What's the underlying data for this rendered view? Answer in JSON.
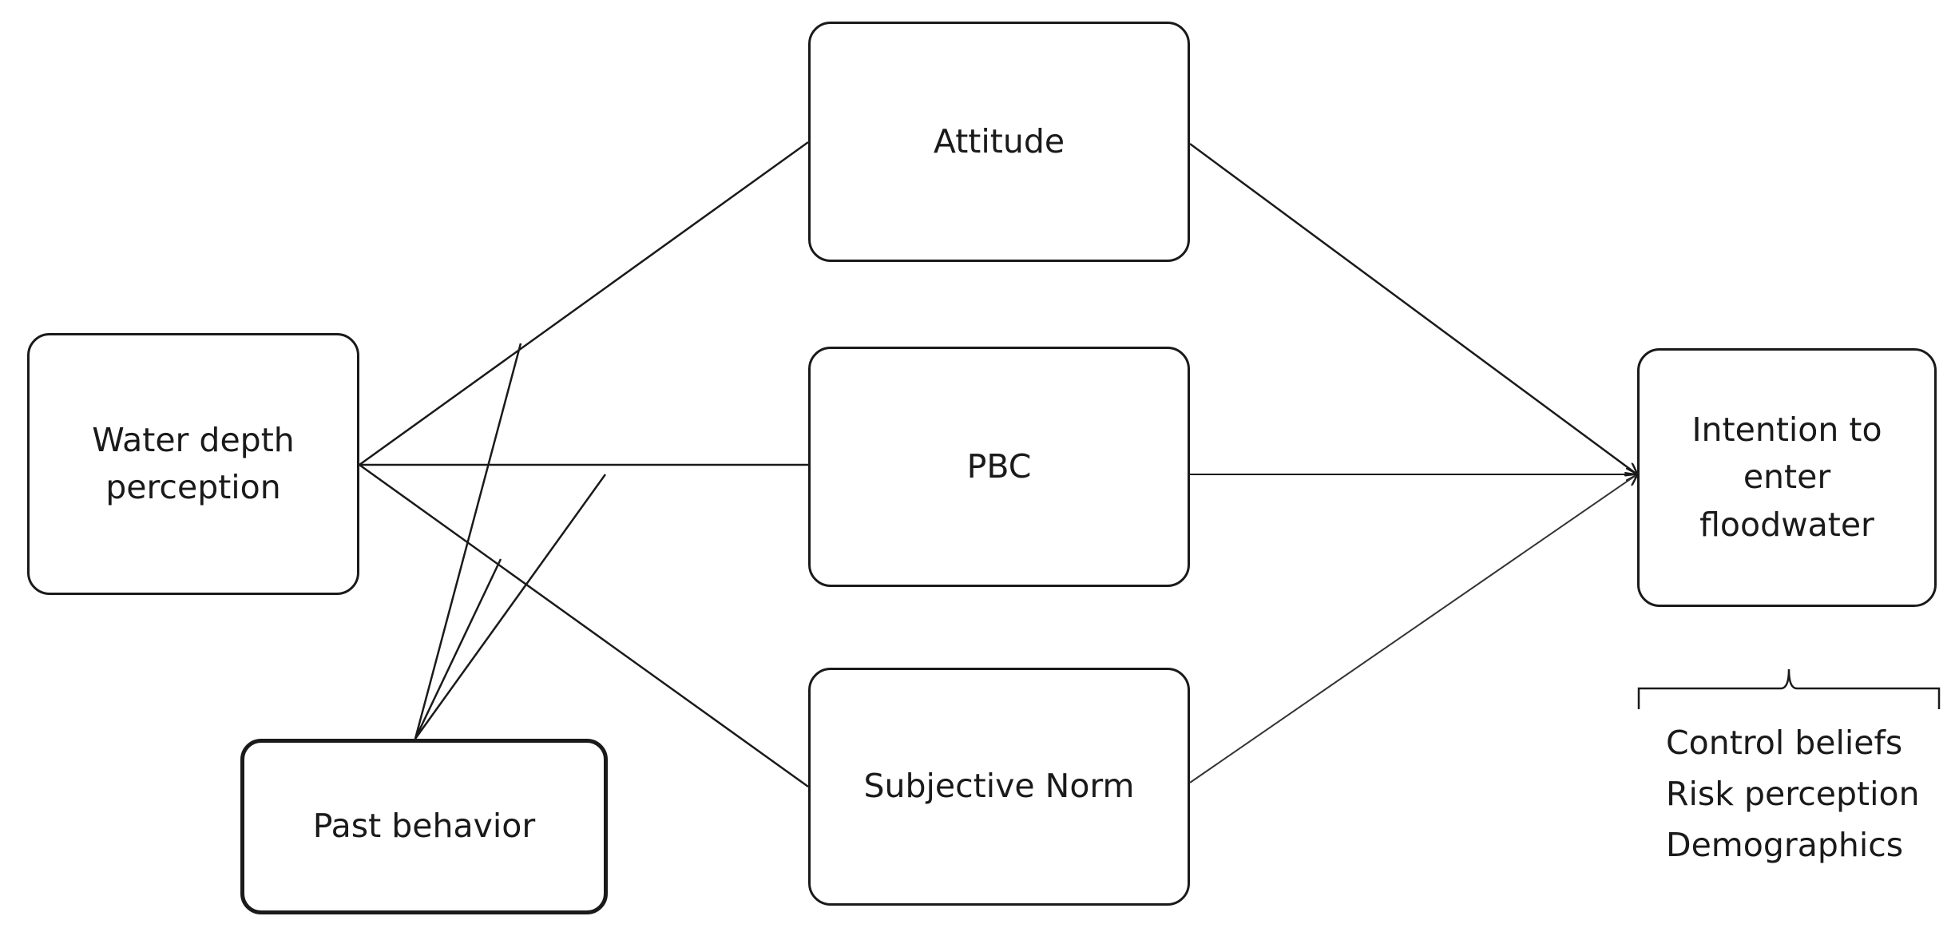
{
  "nodes": {
    "water_depth": "Water depth\nperception",
    "attitude": "Attitude",
    "pbc": "PBC",
    "subjective_norm": "Subjective Norm",
    "past_behavior": "Past behavior",
    "intention": "Intention to\nenter\nfloodwater"
  },
  "moderators": [
    "Control beliefs",
    "Risk perception",
    "Demographics"
  ]
}
